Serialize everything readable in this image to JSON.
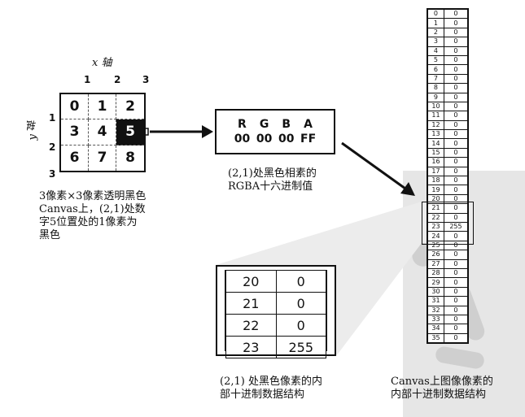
{
  "grid": {
    "x_axis_label": "x 轴",
    "y_axis_label": "y 轴",
    "x_ticks": [
      "1",
      "2",
      "3"
    ],
    "y_ticks": [
      "1",
      "2",
      "3"
    ],
    "cells": [
      "0",
      "1",
      "2",
      "3",
      "4",
      "5",
      "6",
      "7",
      "8"
    ],
    "highlighted_cell": "5"
  },
  "caption_left": [
    "3像素×3像素透明黑色",
    "Canvas上，(2,1)处数",
    "字5位置处的1像素为",
    "黑色"
  ],
  "rgba_box": {
    "labels": [
      "R",
      "G",
      "B",
      "A"
    ],
    "values": [
      "00",
      "00",
      "00",
      "FF"
    ]
  },
  "caption_rgba": [
    "(2,1)处黑色相素的",
    "RGBA十六进制值"
  ],
  "zoom_table": {
    "rows": [
      [
        "20",
        "0"
      ],
      [
        "21",
        "0"
      ],
      [
        "22",
        "0"
      ],
      [
        "23",
        "255"
      ]
    ]
  },
  "caption_zoom": [
    "(2,1) 处黑色像素的内",
    "部十进制数据结构"
  ],
  "column_table": {
    "rows": [
      [
        "0",
        "0"
      ],
      [
        "1",
        "0"
      ],
      [
        "2",
        "0"
      ],
      [
        "3",
        "0"
      ],
      [
        "4",
        "0"
      ],
      [
        "5",
        "0"
      ],
      [
        "6",
        "0"
      ],
      [
        "7",
        "0"
      ],
      [
        "8",
        "0"
      ],
      [
        "9",
        "0"
      ],
      [
        "10",
        "0"
      ],
      [
        "11",
        "0"
      ],
      [
        "12",
        "0"
      ],
      [
        "13",
        "0"
      ],
      [
        "14",
        "0"
      ],
      [
        "15",
        "0"
      ],
      [
        "16",
        "0"
      ],
      [
        "17",
        "0"
      ],
      [
        "18",
        "0"
      ],
      [
        "19",
        "0"
      ],
      [
        "20",
        "0"
      ],
      [
        "21",
        "0"
      ],
      [
        "22",
        "0"
      ],
      [
        "23",
        "255"
      ],
      [
        "24",
        "0"
      ],
      [
        "25",
        "0"
      ],
      [
        "26",
        "0"
      ],
      [
        "27",
        "0"
      ],
      [
        "28",
        "0"
      ],
      [
        "29",
        "0"
      ],
      [
        "30",
        "0"
      ],
      [
        "31",
        "0"
      ],
      [
        "32",
        "0"
      ],
      [
        "33",
        "0"
      ],
      [
        "34",
        "0"
      ],
      [
        "35",
        "0"
      ]
    ]
  },
  "caption_column": [
    "Canvas上图像像素的",
    "内部十进制数据结构"
  ]
}
